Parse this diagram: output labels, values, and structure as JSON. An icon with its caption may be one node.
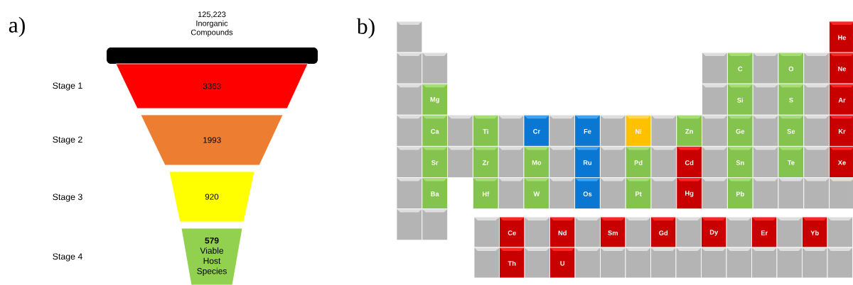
{
  "diagram": {
    "nodes": [
      {
        "text": [
          "125,223 Inorganic Compounds"
        ]
      },
      {
        "text": [
          "3363"
        ]
      },
      {
        "text": [
          "1993"
        ]
      },
      {
        "text": [
          "920"
        ]
      },
      {
        "text": [
          "**579** Viable Host Species"
        ]
      },
      {
        "text": [],
        "shape": "box"
      },
      {
        "text": [
          "He"
        ]
      },
      {
        "text": [],
        "shape": "box"
      },
      {
        "text": [],
        "shape": "box"
      },
      {
        "text": [],
        "shape": "box"
      },
      {
        "text": [
          "C"
        ]
      },
      {
        "text": [],
        "shape": "box"
      },
      {
        "text": [
          "O"
        ]
      },
      {
        "text": [],
        "shape": "box"
      },
      {
        "text": [
          "Ne"
        ]
      },
      {
        "text": [],
        "shape": "box"
      },
      {
        "text": [
          "Mg"
        ]
      },
      {
        "text": [],
        "shape": "box"
      },
      {
        "text": [
          "Si"
        ]
      },
      {
        "text": [],
        "shape": "box"
      },
      {
        "text": [
          "S"
        ]
      },
      {
        "text": [],
        "shape": "box"
      },
      {
        "text": [
          "Ar"
        ]
      },
      {
        "text": [],
        "shape": "box"
      },
      {
        "text": [
          "Ca"
        ]
      },
      {
        "text": [],
        "shape": "box"
      },
      {
        "text": [
          "Ti"
        ]
      },
      {
        "text": [],
        "shape": "box"
      },
      {
        "text": [
          "Cr"
        ]
      },
      {
        "text": [],
        "shape": "box"
      },
      {
        "text": [
          "Fe"
        ]
      },
      {
        "text": [],
        "shape": "box"
      },
      {
        "text": [
          "Ni"
        ]
      },
      {
        "text": [],
        "shape": "box"
      },
      {
        "text": [
          "Zn"
        ]
      },
      {
        "text": [],
        "shape": "box"
      },
      {
        "text": [
          "Ge"
        ]
      },
      {
        "text": [],
        "shape": "box"
      },
      {
        "text": [
          "Se"
        ]
      },
      {
        "text": [],
        "shape": "box"
      },
      {
        "text": [
          "Kr"
        ]
      },
      {
        "text": [],
        "shape": "box"
      },
      {
        "text": [
          "Sr"
        ]
      },
      {
        "text": [],
        "shape": "box"
      },
      {
        "text": [
          "Zr"
        ]
      },
      {
        "text": [],
        "shape": "box"
      },
      {
        "text": [
          "Mo"
        ]
      },
      {
        "text": [],
        "shape": "box"
      },
      {
        "text": [
          "Ru"
        ]
      },
      {
        "text": [],
        "shape": "box"
      },
      {
        "text": [
          "Pd"
        ]
      },
      {
        "text": [],
        "shape": "box"
      },
      {
        "text": [
          "Cd"
        ]
      },
      {
        "text": [],
        "shape": "box"
      },
      {
        "text": [
          "Sn"
        ]
      },
      {
        "text": [],
        "shape": "box"
      },
      {
        "text": [
          "Te"
        ]
      },
      {
        "text": [],
        "shape": "box"
      },
      {
        "text": [
          "Xe"
        ]
      },
      {
        "text": [],
        "shape": "box"
      },
      {
        "text": [
          "Ba"
        ]
      },
      {
        "text": [
          "Hf"
        ]
      },
      {
        "text": [],
        "shape": "box"
      },
      {
        "text": [
          "W"
        ]
      },
      {
        "text": [],
        "shape": "box"
      },
      {
        "text": [
          "Os"
        ]
      },
      {
        "text": [],
        "shape": "box"
      },
      {
        "text": [
          "Pt"
        ]
      },
      {
        "text": [],
        "shape": "box"
      },
      {
        "text": [
          "Hg"
        ]
      },
      {
        "text": [],
        "shape": "box"
      },
      {
        "text": [
          "Pb"
        ]
      },
      {
        "text": [],
        "shape": "box"
      },
      {
        "text": [],
        "shape": "box"
      },
      {
        "text": [],
        "shape": "box"
      },
      {
        "text": [],
        "shape": "box"
      },
      {
        "text": [],
        "shape": "box"
      },
      {
        "text": [],
        "shape": "box"
      },
      {
        "text": [],
        "shape": "box"
      },
      {
        "text": [
          "Ce"
        ]
      },
      {
        "text": [],
        "shape": "box"
      },
      {
        "text": [
          "Nd"
        ]
      },
      {
        "text": [],
        "shape": "box"
      },
      {
        "text": [
          "Sm"
        ]
      },
      {
        "text": [],
        "shape": "box"
      },
      {
        "text": [
          "Gd"
        ]
      },
      {
        "text": [],
        "shape": "box"
      },
      {
        "text": [
          "Dy"
        ]
      },
      {
        "text": [],
        "shape": "box"
      },
      {
        "text": [
          "Er"
        ]
      },
      {
        "text": [],
        "shape": "box"
      },
      {
        "text": [
          "Yb"
        ]
      },
      {
        "text": [],
        "shape": "box"
      },
      {
        "text": [],
        "shape": "box"
      },
      {
        "text": [
          "Th"
        ]
      },
      {
        "text": [],
        "shape": "box"
      },
      {
        "text": [
          "U"
        ]
      },
      {
        "text": [],
        "shape": "box"
      },
      {
        "text": [],
        "shape": "box"
      },
      {
        "text": [],
        "shape": "box"
      },
      {
        "text": [],
        "shape": "box"
      },
      {
        "text": [],
        "shape": "box"
      },
      {
        "text": [],
        "shape": "box"
      },
      {
        "text": [],
        "shape": "box"
      },
      {
        "text": [],
        "shape": "box"
      },
      {
        "text": [],
        "shape": "box"
      },
      {
        "text": [],
        "shape": "box"
      },
      {
        "text": [],
        "shape": "box"
      }
    ],
    "labels": [
      "a)",
      "b)",
      "Stage 1",
      "Stage 2",
      "Stage 3",
      "Stage 4"
    ]
  }
}
